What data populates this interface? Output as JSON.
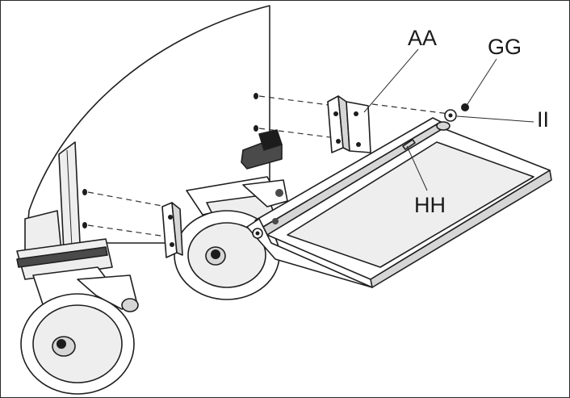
{
  "callouts": {
    "aa": "AA",
    "gg": "GG",
    "ii": "II",
    "hh": "HH"
  }
}
